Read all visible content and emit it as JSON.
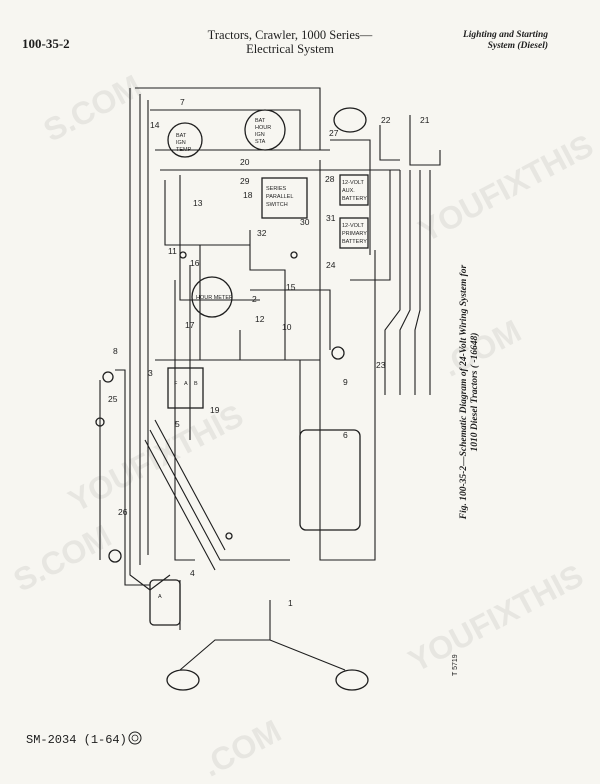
{
  "header": {
    "page_number": "100-35-2",
    "title_line1": "Tractors, Crawler, 1000 Series—",
    "title_line2": "Electrical System",
    "section_line1": "Lighting and Starting",
    "section_line2": "System (Diesel)"
  },
  "caption": {
    "line1": "Fig. 100-35-2—Schematic Diagram of 24-Volt Wiring System for",
    "line2": "1010 Diesel Tractors (         -16648)"
  },
  "figure_code": "T 5719",
  "footer": {
    "manual": "SM-2034",
    "date": "(1-64)"
  },
  "watermarks": [
    "S.COM",
    "YOUFIXTHIS",
    ".COM",
    "YOUFIXTHIS",
    "S.COM",
    "YOUFIXTHIS",
    ".COM"
  ],
  "component_labels": {
    "switch_a": [
      "BAT",
      "IGN",
      "TEMP"
    ],
    "switch_b": [
      "BAT",
      "HOUR",
      "IGN",
      "STA"
    ],
    "series_switch": [
      "SERIES",
      "PARALLEL",
      "SWITCH"
    ],
    "alt_battery": [
      "12-VOLT",
      "AUX.",
      "BATTERY"
    ],
    "primary_battery": [
      "12-VOLT",
      "PRIMARY",
      "BATTERY"
    ],
    "meter": "HOUR METER",
    "regulator": [
      "F",
      "A",
      "B"
    ],
    "generator": "A"
  },
  "wire_numbers": [
    "1",
    "2",
    "3",
    "4",
    "5",
    "6",
    "7",
    "8",
    "9",
    "10",
    "11",
    "12",
    "13",
    "14",
    "15",
    "16",
    "17",
    "18",
    "19",
    "20",
    "21",
    "22",
    "23",
    "24",
    "25",
    "26",
    "27",
    "28",
    "29",
    "30",
    "31",
    "32"
  ]
}
